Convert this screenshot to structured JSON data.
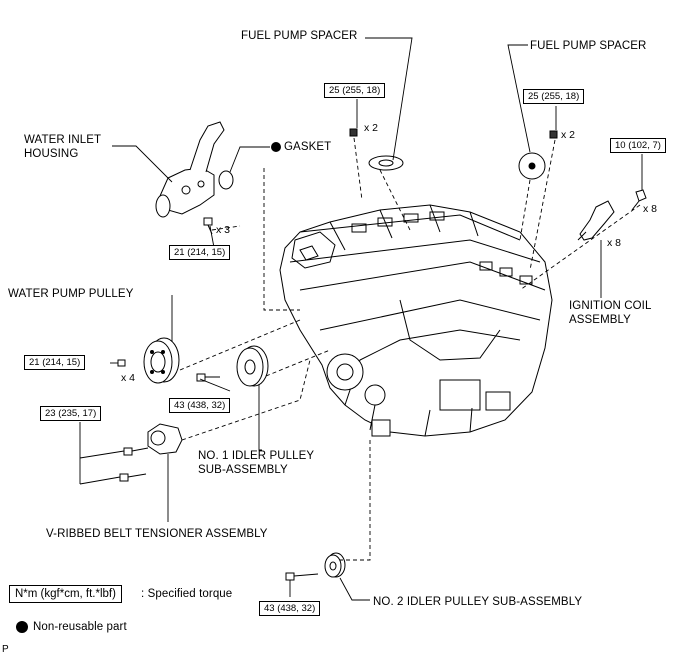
{
  "labels": {
    "fuel_pump_spacer_1": "FUEL PUMP SPACER",
    "fuel_pump_spacer_2": "FUEL PUMP SPACER",
    "water_inlet_housing_l1": "WATER INLET",
    "water_inlet_housing_l2": "HOUSING",
    "gasket": "GASKET",
    "water_pump_pulley": "WATER PUMP PULLEY",
    "ignition_coil_l1": "IGNITION COIL",
    "ignition_coil_l2": "ASSEMBLY",
    "no1_idler_l1": "NO. 1 IDLER PULLEY",
    "no1_idler_l2": "SUB-ASSEMBLY",
    "vribbed_tensioner": "V-RIBBED BELT TENSIONER ASSEMBLY",
    "no2_idler": "NO. 2 IDLER PULLEY SUB-ASSEMBLY"
  },
  "torques": {
    "fuel_pump_spacer_bolt_1": "25 (255, 18)",
    "fuel_pump_spacer_bolt_2": "25 (255, 18)",
    "ignition_coil_bolt": "10 (102, 7)",
    "water_inlet_bolt": "21 (214, 15)",
    "water_pump_pulley_bolt": "21 (214, 15)",
    "no1_idler_bolt": "43 (438, 32)",
    "tensioner_bolt": "23 (235, 17)",
    "no2_idler_bolt": "43 (438, 32)"
  },
  "quantities": {
    "fuel_spacer_bolts_1": "x 2",
    "fuel_spacer_bolts_2": "x 2",
    "ignition_bolts": "x 8",
    "ignition_coils": "x 8",
    "water_inlet_bolts": "x 3",
    "pulley_bolts": "x 4"
  },
  "legend": {
    "torque_box": "N*m (kgf*cm, ft.*lbf)",
    "torque_desc": ": Specified torque",
    "non_reusable": "Non-reusable part"
  },
  "footer_mark": "P"
}
